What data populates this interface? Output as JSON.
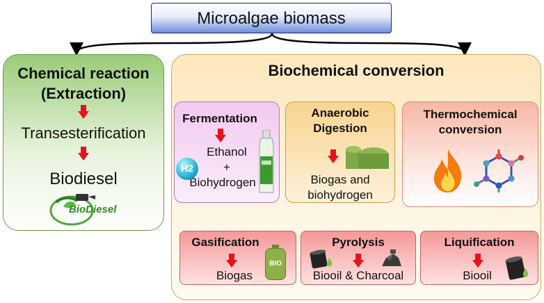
{
  "root": {
    "label": "Microalgae biomass"
  },
  "chemical": {
    "title_line1": "Chemical reaction",
    "title_line2": "(Extraction)",
    "step1": "Transesterification",
    "step2": "Biodiesel",
    "logo_text": "BioDiesel"
  },
  "biochemical": {
    "title": "Biochemical conversion",
    "fermentation": {
      "title": "Fermentation",
      "line1": "Ethanol",
      "line2": "+",
      "line3": "Biohydrogen",
      "h2_label": "H2"
    },
    "anaerobic": {
      "title_line1": "Anaerobic",
      "title_line2": "Digestion",
      "line1": "Biogas and",
      "line2": "biohydrogen"
    },
    "thermochemical": {
      "title_line1": "Thermochemical",
      "title_line2": "conversion"
    },
    "gasification": {
      "title": "Gasification",
      "product": "Biogas",
      "tank_label": "BIO"
    },
    "pyrolysis": {
      "title": "Pyrolysis",
      "product": "Biooil & Charcoal"
    },
    "liquification": {
      "title": "Liquification",
      "product": "Biooil"
    }
  },
  "colors": {
    "root_fill_top": "#ffffff",
    "root_fill_bottom": "#5b7fd6",
    "chemical_fill": "#a9d48a",
    "biochemical_fill": "#fbe9c4",
    "fermentation_fill": "#f0c8ee",
    "anaerobic_fill": "#f9d79a",
    "thermo_fill": "#f7b8a8",
    "product_fill": "#f59a9a",
    "arrow_red": "#e8121c"
  }
}
